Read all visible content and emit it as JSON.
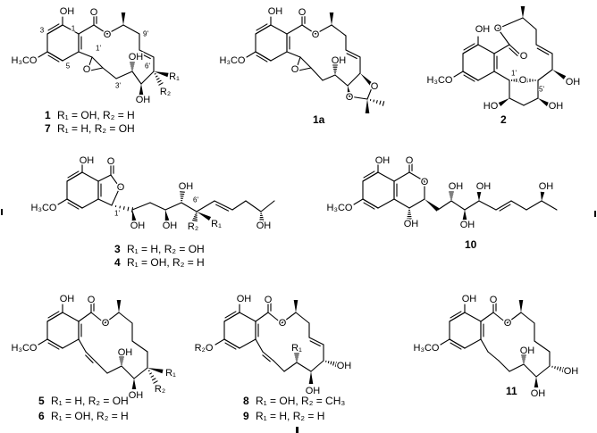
{
  "molecules": {
    "m1": {
      "atom_labels": [
        "OH",
        "H₃CO",
        "O",
        "O",
        "O",
        "OH",
        "OH",
        "R₁",
        "R₂"
      ],
      "locants": [
        "1",
        "3",
        "5",
        "1'",
        "3'",
        "6'",
        "9'"
      ]
    },
    "m1a": {
      "atom_labels": [
        "OH",
        "H₃CO",
        "O",
        "O",
        "O",
        "OH",
        "O",
        "O"
      ],
      "locants": []
    },
    "m2": {
      "atom_labels": [
        "OH",
        "H₃CO",
        "O",
        "O",
        "OH",
        "O",
        "HO",
        "OH"
      ],
      "locants": [
        "1'",
        "5'"
      ]
    },
    "m3": {
      "atom_labels": [
        "OH",
        "H₃CO",
        "O",
        "O",
        "OH",
        "OH",
        "OH",
        "R₁",
        "R₂",
        "OH"
      ],
      "locants": [
        "1'",
        "6'"
      ]
    },
    "m10": {
      "atom_labels": [
        "OH",
        "H₃CO",
        "O",
        "O",
        "OH",
        "OH",
        "OH",
        "OH",
        "OH"
      ],
      "locants": []
    },
    "m5": {
      "atom_labels": [
        "OH",
        "H₃CO",
        "O",
        "O",
        "R₁",
        "R₂",
        "OH",
        "OH"
      ],
      "locants": []
    },
    "m8": {
      "atom_labels": [
        "OH",
        "R₂O",
        "O",
        "O",
        "OH",
        "OH",
        "R₁"
      ],
      "locants": []
    },
    "m11": {
      "atom_labels": [
        "OH",
        "H₃CO",
        "O",
        "O",
        "OH",
        "OH",
        "OH"
      ],
      "locants": []
    }
  },
  "captions": [
    {
      "number": "1",
      "text": "R₁ = OH, R₂ = H"
    },
    {
      "number": "7",
      "text": "R₁ = H, R₂ = OH"
    },
    {
      "number": "1a",
      "text": ""
    },
    {
      "number": "2",
      "text": ""
    },
    {
      "number": "3",
      "text": "R₁ = H, R₂ = OH"
    },
    {
      "number": "4",
      "text": "R₁ = OH, R₂ = H"
    },
    {
      "number": "10",
      "text": ""
    },
    {
      "number": "5",
      "text": "R₁ = H, R₂ = OH"
    },
    {
      "number": "6",
      "text": "R₁ = OH, R₂ = H"
    },
    {
      "number": "8",
      "text": "R₁ = OH, R₂ = CH₃"
    },
    {
      "number": "9",
      "text": "R₁ = H, R₂ = H"
    },
    {
      "number": "11",
      "text": ""
    }
  ]
}
